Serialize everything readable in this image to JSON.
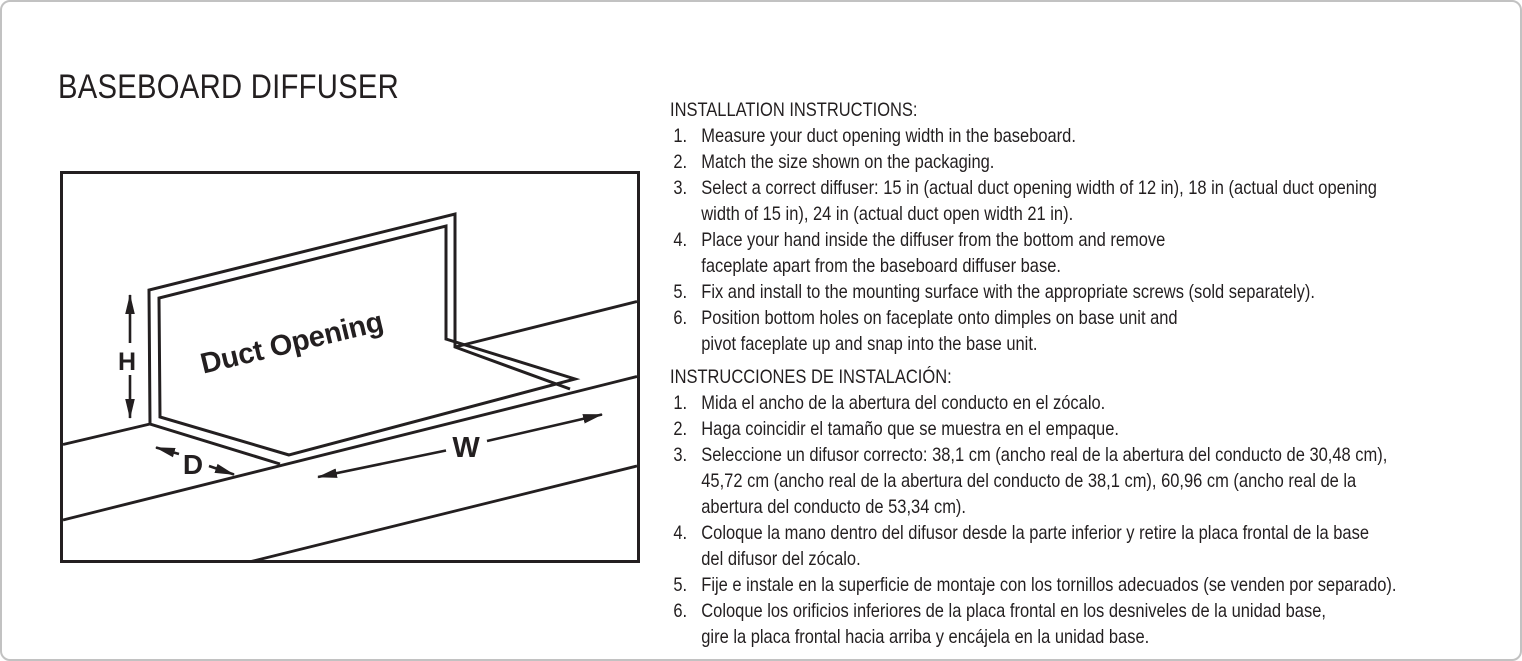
{
  "page": {
    "title": "BASEBOARD DIFFUSER"
  },
  "diagram": {
    "labels": {
      "height": "H",
      "depth": "D",
      "width": "W",
      "opening": "Duct Opening"
    }
  },
  "instructions_en": {
    "header": "INSTALLATION INSTRUCTIONS:",
    "items": [
      {
        "num": "1.",
        "lines": [
          "Measure your duct opening width in the baseboard."
        ]
      },
      {
        "num": "2.",
        "lines": [
          "Match the size shown on the packaging."
        ]
      },
      {
        "num": "3.",
        "lines": [
          "Select a correct diffuser: 15 in (actual duct opening width of 12 in), 18 in (actual duct opening",
          "width of 15 in), 24 in (actual duct open width 21 in)."
        ]
      },
      {
        "num": "4.",
        "lines": [
          "Place your hand inside the diffuser from the bottom and remove",
          "faceplate apart from the baseboard diffuser base."
        ]
      },
      {
        "num": "5.",
        "lines": [
          "Fix and install to the mounting surface with the appropriate screws (sold separately)."
        ]
      },
      {
        "num": "6.",
        "lines": [
          "Position bottom holes on faceplate onto dimples on base unit and",
          "pivot faceplate up and snap into the base unit."
        ]
      }
    ]
  },
  "instructions_es": {
    "header": "INSTRUCCIONES DE INSTALACIÓN:",
    "items": [
      {
        "num": "1.",
        "lines": [
          "Mida el ancho de la abertura del conducto en el zócalo."
        ]
      },
      {
        "num": "2.",
        "lines": [
          "Haga coincidir el tamaño que se muestra en el empaque."
        ]
      },
      {
        "num": "3.",
        "lines": [
          "Seleccione un difusor correcto: 38,1 cm (ancho real de la abertura del conducto de 30,48 cm),",
          "45,72 cm (ancho real de la abertura del conducto de 38,1 cm), 60,96 cm (ancho real de la",
          "abertura del conducto de 53,34 cm)."
        ]
      },
      {
        "num": "4.",
        "lines": [
          "Coloque la mano dentro del difusor desde la parte inferior y retire la placa frontal de la base",
          "del difusor del zócalo."
        ]
      },
      {
        "num": "5.",
        "lines": [
          "Fije e instale en la superficie de montaje con los tornillos adecuados (se venden por separado)."
        ]
      },
      {
        "num": "6.",
        "lines": [
          "Coloque los orificios inferiores de la placa frontal en los desniveles de la unidad base,",
          "gire la placa frontal hacia arriba y encájela en la unidad base."
        ]
      }
    ]
  },
  "colors": {
    "ink": "#231f20",
    "background": "#ffffff",
    "frame": "#c2c2c2"
  }
}
